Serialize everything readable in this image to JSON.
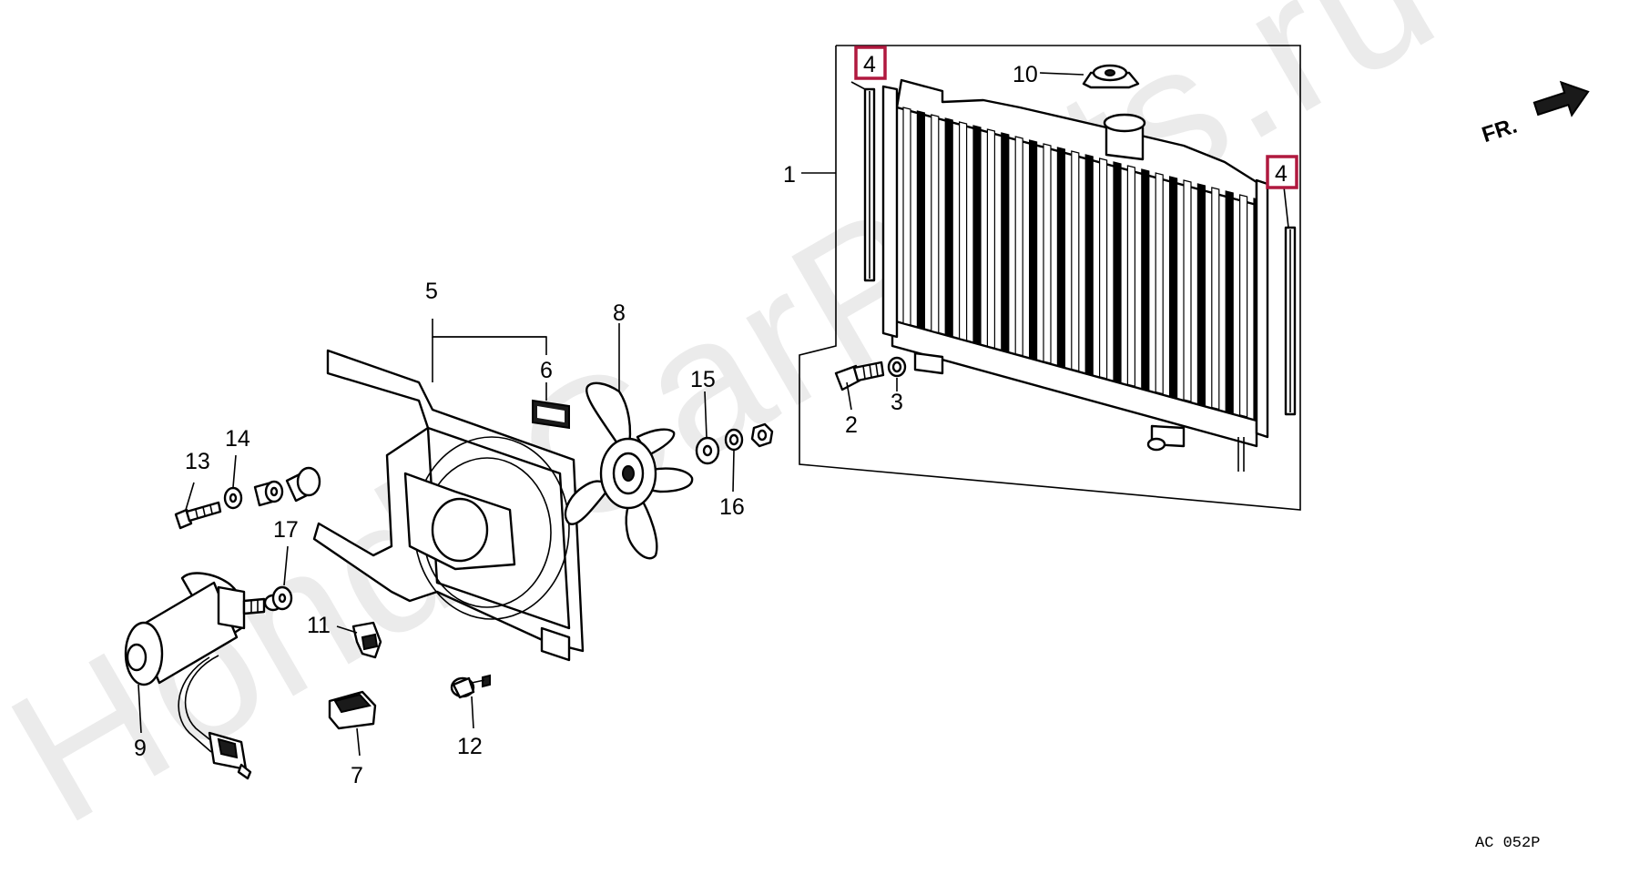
{
  "watermark": "HondaCarParts.ru",
  "direction_label": "FR.",
  "diagram_code": "AC 052P",
  "highlight_color": "#b0193f",
  "callouts": {
    "c1": "1",
    "c2": "2",
    "c3": "3",
    "c4a": "4",
    "c4b": "4",
    "c5": "5",
    "c6": "6",
    "c7": "7",
    "c8": "8",
    "c9": "9",
    "c10": "10",
    "c11": "11",
    "c12": "12",
    "c13": "13",
    "c14": "14",
    "c15": "15",
    "c16": "16",
    "c17": "17"
  }
}
